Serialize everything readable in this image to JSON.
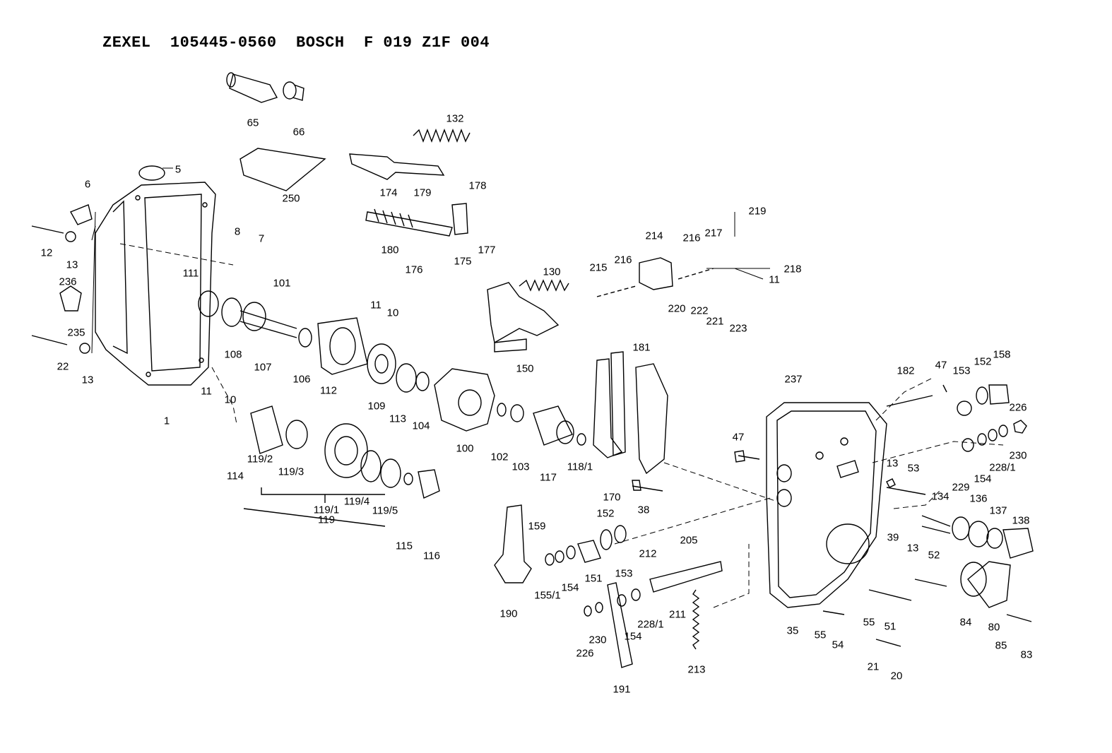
{
  "title": "ZEXEL  105445-0560  BOSCH  F 019 Z1F 004",
  "callouts": [
    "65",
    "66",
    "132",
    "5",
    "250",
    "174",
    "6",
    "179",
    "178",
    "12",
    "13",
    "8",
    "7",
    "180",
    "176",
    "175",
    "177",
    "219",
    "214",
    "216",
    "217",
    "218",
    "215",
    "216",
    "11",
    "220",
    "222",
    "221",
    "223",
    "130",
    "236",
    "111",
    "101",
    "11",
    "10",
    "235",
    "22",
    "108",
    "107",
    "106",
    "112",
    "109",
    "113",
    "104",
    "100",
    "150",
    "13",
    "11",
    "10",
    "1",
    "114",
    "119/2",
    "119/3",
    "119/1",
    "119/4",
    "119/5",
    "119",
    "115",
    "116",
    "102",
    "103",
    "117",
    "118/1",
    "170",
    "181",
    "237",
    "182",
    "47",
    "153",
    "152",
    "158",
    "226",
    "47",
    "230",
    "228/1",
    "154",
    "229",
    "53",
    "134",
    "13",
    "136",
    "137",
    "138",
    "39",
    "38",
    "152",
    "159",
    "212",
    "153",
    "151",
    "154",
    "155/1",
    "190",
    "205",
    "13",
    "52",
    "84",
    "80",
    "85",
    "83",
    "211",
    "228/1",
    "154",
    "230",
    "226",
    "191",
    "213",
    "35",
    "55",
    "54",
    "55",
    "51",
    "21",
    "20"
  ]
}
